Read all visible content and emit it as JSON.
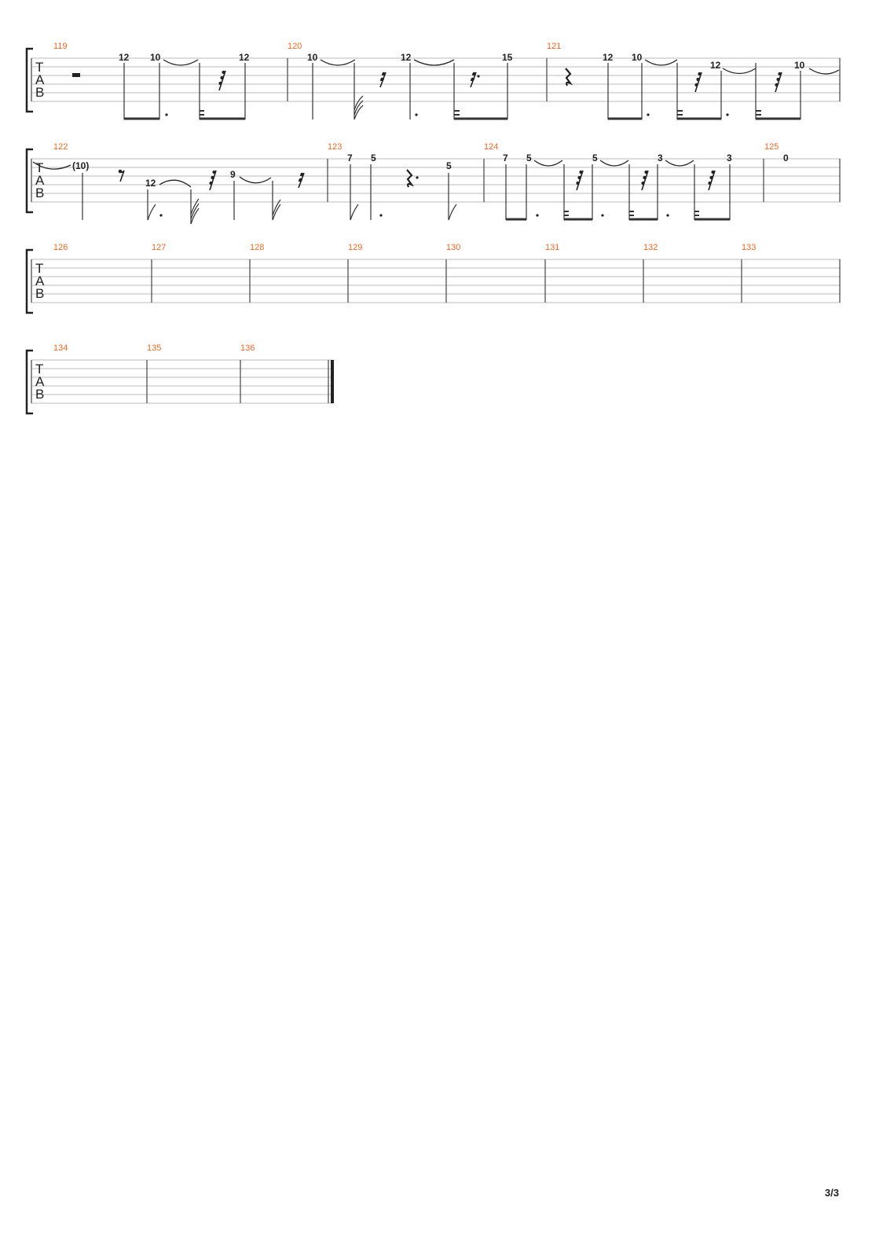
{
  "page_number": "3/3",
  "tab_clef": [
    "T",
    "A",
    "B"
  ],
  "measure_numbers": [
    "119",
    "120",
    "121",
    "122",
    "123",
    "124",
    "125",
    "126",
    "127",
    "128",
    "129",
    "130",
    "131",
    "132",
    "133",
    "134",
    "135",
    "136"
  ],
  "fret_numbers": {
    "m119": [
      "12",
      "10",
      "12"
    ],
    "m120": [
      "10",
      "12",
      "15"
    ],
    "m121": [
      "12",
      "10",
      "12",
      "10"
    ],
    "m122": [
      "(10)",
      "12",
      "9"
    ],
    "m123": [
      "7",
      "5",
      "5"
    ],
    "m124": [
      "7",
      "5",
      "5",
      "3",
      "3"
    ],
    "m125": [
      "0"
    ]
  },
  "colors": {
    "measure_number": "#e8692a",
    "staff_line": "#bbbbbb",
    "ink": "#222222"
  }
}
